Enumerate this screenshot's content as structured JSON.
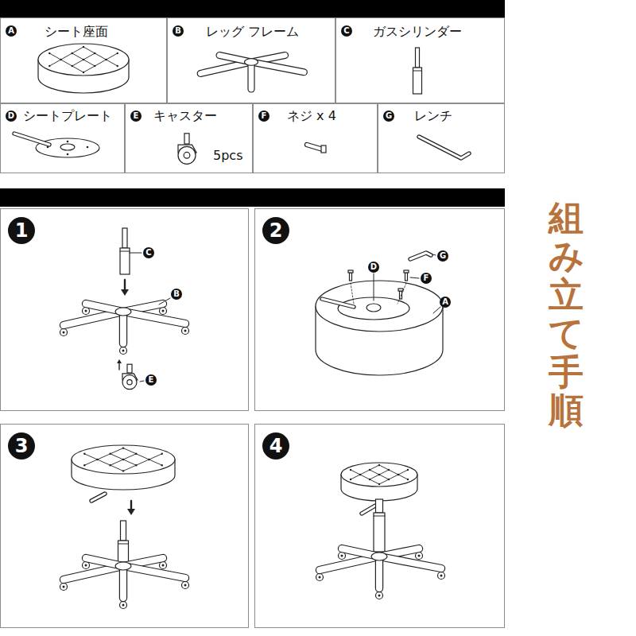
{
  "diagram": {
    "title": "組み立て手順",
    "nodes": [
      {
        "text": [
          "A",
          "シート座面"
        ]
      },
      {
        "text": [
          "B",
          "レッグ フレーム"
        ]
      },
      {
        "text": [
          "C",
          "ガスシリンダー"
        ]
      },
      {
        "text": [
          "D",
          "シートプレート"
        ]
      },
      {
        "text": [
          "E",
          "キャスター",
          "5pcs"
        ]
      },
      {
        "text": [
          "F",
          "ネジ x 4"
        ]
      },
      {
        "text": [
          "G",
          "レンチ"
        ]
      },
      {
        "text": [
          "1"
        ]
      },
      {
        "text": [
          "2"
        ]
      },
      {
        "text": [
          "3"
        ]
      },
      {
        "text": [
          "4"
        ]
      }
    ],
    "labels": [
      "C",
      "B",
      "E",
      "D",
      "G",
      "F",
      "A"
    ]
  }
}
